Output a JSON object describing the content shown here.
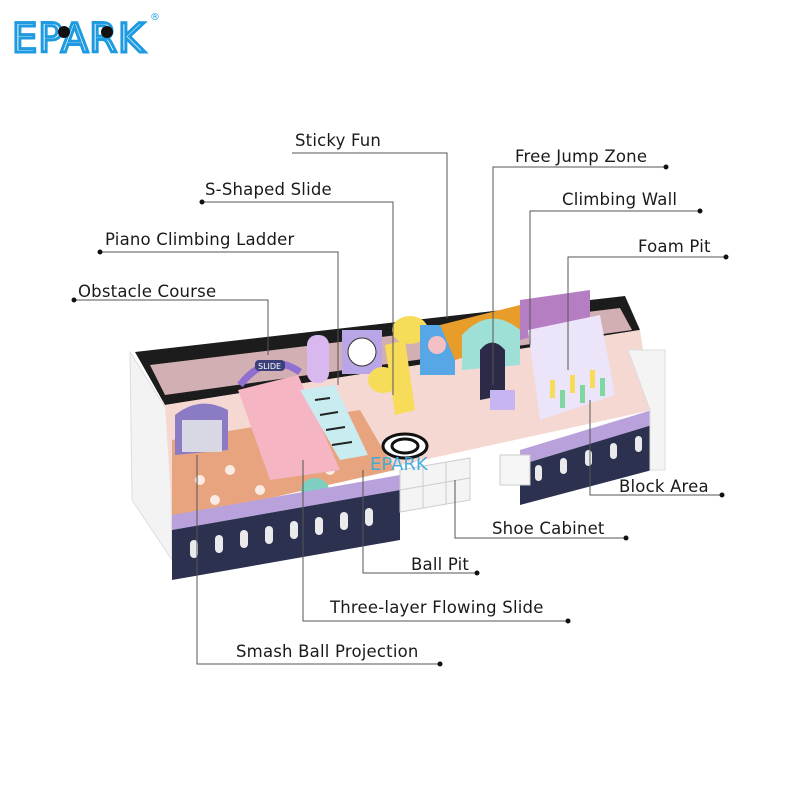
{
  "brand": {
    "logo_text": "EPARK",
    "registered_mark": "®",
    "color": "#1e9be0"
  },
  "labels": {
    "sticky_fun": "Sticky Fun",
    "s_shaped_slide": "S-Shaped Slide",
    "piano_climbing_ladder": "Piano Climbing Ladder",
    "obstacle_course": "Obstacle Course",
    "free_jump_zone": "Free Jump Zone",
    "climbing_wall": "Climbing Wall",
    "foam_pit": "Foam Pit",
    "block_area": "Block Area",
    "shoe_cabinet": "Shoe Cabinet",
    "ball_pit": "Ball Pit",
    "three_layer_flowing_slide": "Three-layer Flowing Slide",
    "smash_ball_projection": "Smash Ball Projection"
  },
  "scene": {
    "slide_sign": "SLIDE",
    "watermark": "EPARK"
  },
  "colors": {
    "line": "#555555",
    "navy": "#2c3150",
    "lavender": "#b9a2dc",
    "pink": "#f2c4c4",
    "teal": "#9fe0d6",
    "yellow": "#f7dc5a",
    "orange": "#e89a6a"
  }
}
